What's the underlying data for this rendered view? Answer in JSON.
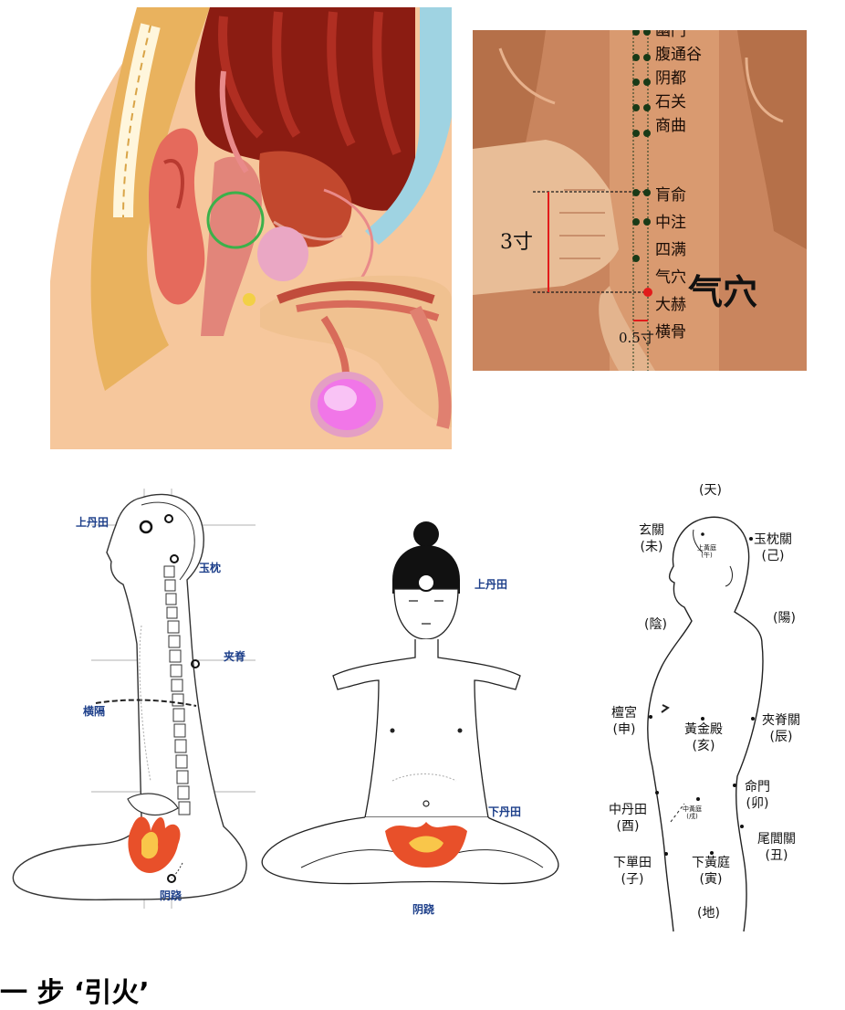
{
  "acupoint_panel": {
    "points_upper": [
      "幽门",
      "腹通谷",
      "阴都",
      "石关",
      "商曲"
    ],
    "points_lower": [
      "肓俞",
      "中注",
      "四满",
      "气穴",
      "大赫",
      "横骨"
    ],
    "measure_3": "3寸",
    "measure_05": "0.5寸",
    "title": "气穴"
  },
  "side_meditation": {
    "upper_dantian": "上丹田",
    "yuzhen": "玉枕",
    "jiaji": "夹脊",
    "hengge": "横隔",
    "yinqiao": "阴跷"
  },
  "front_meditation": {
    "upper_dantian": "上丹田",
    "lower_dantian": "下丹田",
    "yinqiao": "阴跷"
  },
  "right_figure": {
    "tian": "(天)",
    "xuanguan": "玄關",
    "wei": "(未)",
    "yuzhenguan": "玉枕關",
    "ji": "(己)",
    "upper_huangting": "上黃庭",
    "wu": "(午)",
    "yin_dark": "(陰)",
    "yang": "(陽)",
    "tanzhong": "檀宮",
    "shen": "(申)",
    "huangjindian": "黃金殿",
    "hai": "(亥)",
    "jiajiguan": "夾脊關",
    "chen": "(辰)",
    "mingmen": "命門",
    "mao": "(卯)",
    "zhong_dantian": "中丹田",
    "you": "(酉)",
    "mid_huangting": "中黃庭",
    "xu": "(戌)",
    "weiluguan": "尾閭關",
    "chou": "(丑)",
    "xia_dantian": "下單田",
    "zi": "(子)",
    "xia_huangting": "下黃庭",
    "yin_branch": "(寅)",
    "di": "(地)"
  },
  "bottom_caption": "一 步 ‘引火’",
  "colors": {
    "skin": "#c9855e",
    "dantian_flame": "#e8502a",
    "label_blue": "#1d3f8a",
    "acupoint_red": "#e21b1b"
  }
}
